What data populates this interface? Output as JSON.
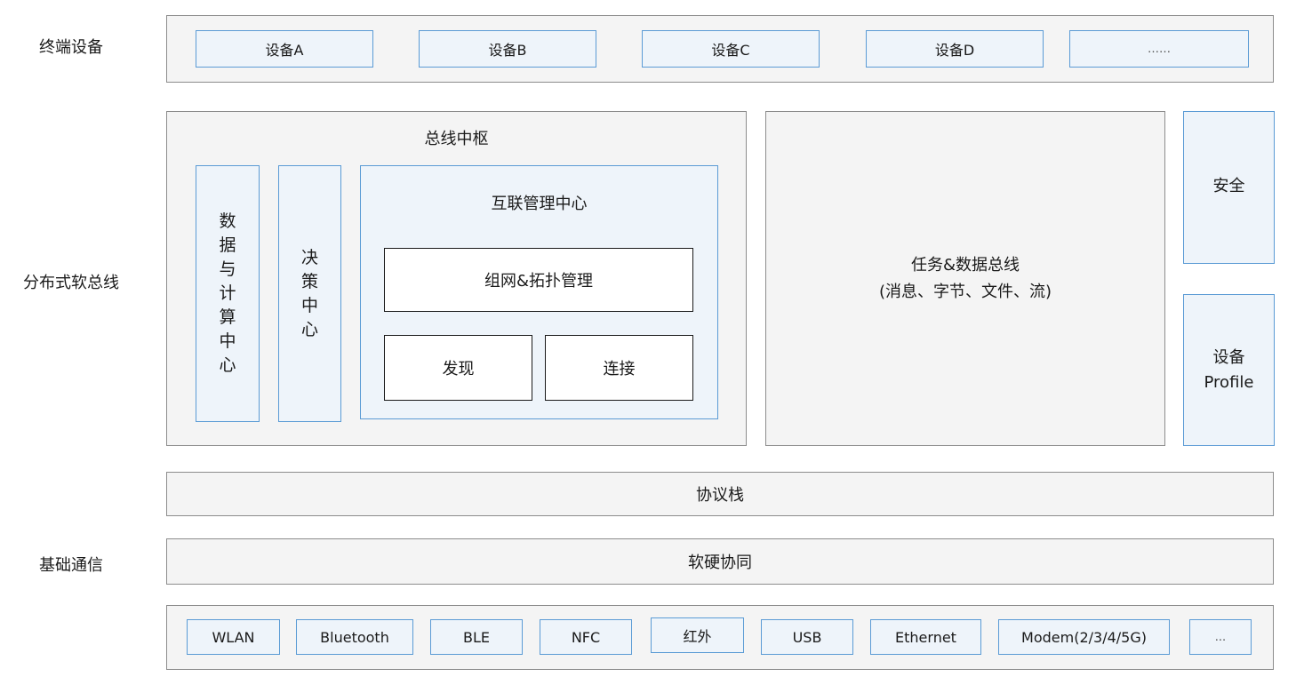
{
  "layers": {
    "terminal": "终端设备",
    "softbus": "分布式软总线",
    "basic": "基础通信"
  },
  "devices": [
    "设备A",
    "设备B",
    "设备C",
    "设备D",
    "……"
  ],
  "hub": {
    "title": "总线中枢",
    "data_compute": "数据与计算中心",
    "decision": "决策中心",
    "interconnect": {
      "title": "互联管理中心",
      "networking": "组网&拓扑管理",
      "discovery": "发现",
      "connection": "连接"
    }
  },
  "task_bus": {
    "title": "任务&数据总线",
    "subtitle": "(消息、字节、文件、流)"
  },
  "security": "安全",
  "device_profile": {
    "line1": "设备",
    "line2": "Profile"
  },
  "protocol_stack": "协议栈",
  "hw_sw": "软硬协同",
  "transports": [
    "WLAN",
    "Bluetooth",
    "BLE",
    "NFC",
    "红外",
    "USB",
    "Ethernet",
    "Modem(2/3/4/5G)",
    "..."
  ],
  "colors": {
    "gray_fill": "#f4f4f4",
    "blue_fill": "#eef4fa",
    "blue_border": "#5b9bd5"
  }
}
